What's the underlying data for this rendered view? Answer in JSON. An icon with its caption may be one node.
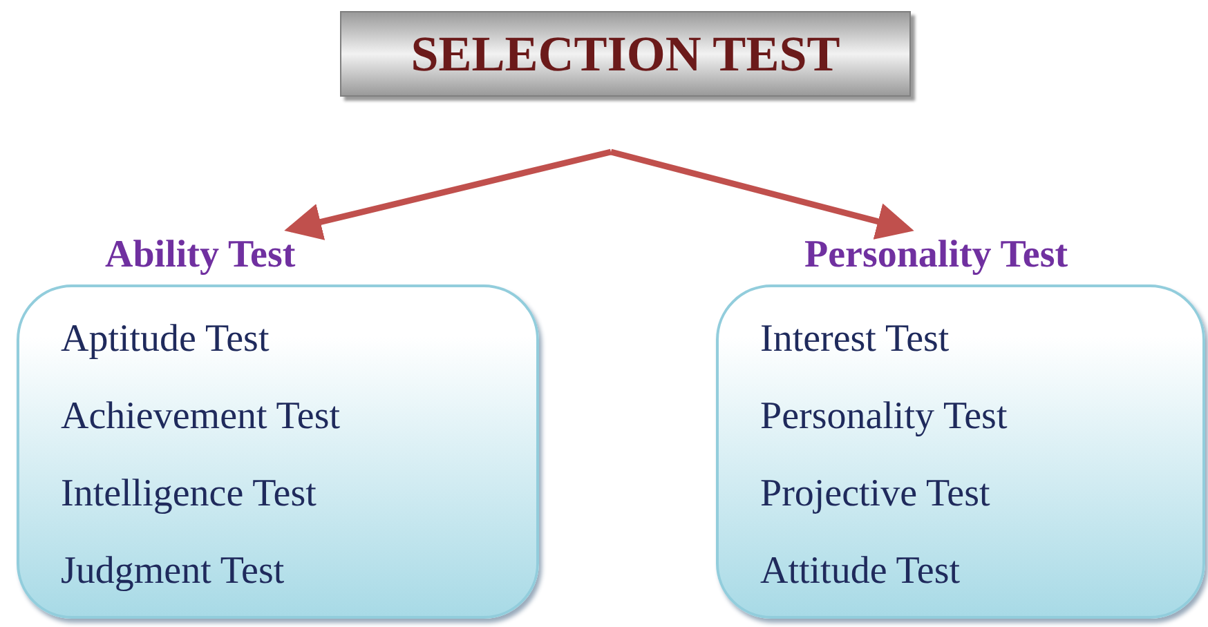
{
  "diagram": {
    "title": "SELECTION TEST",
    "nodes": [
      {
        "text": [
          "Ability Test",
          "Aptitude Test",
          "Achievement Test",
          "Intelligence Test",
          "Judgment Test"
        ]
      },
      {
        "text": [
          "Personality Test",
          "Interest Test",
          "Personality Test",
          "Projective Test",
          "Attitude Test"
        ]
      }
    ],
    "edges": [
      {
        "from": null,
        "to": 0,
        "arrow": "to"
      },
      {
        "from": null,
        "to": 1,
        "arrow": "to"
      }
    ]
  }
}
